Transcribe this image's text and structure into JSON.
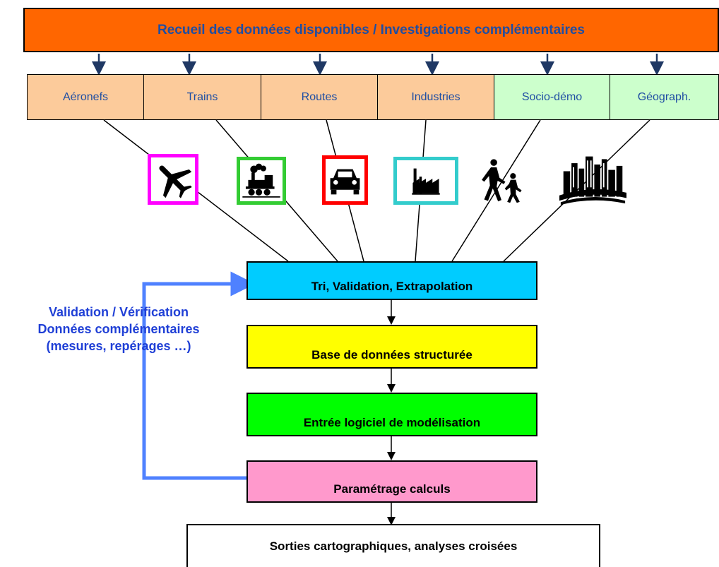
{
  "header": {
    "title": "Recueil des données disponibles / Investigations complémentaires"
  },
  "categories": [
    {
      "label": "Aéronefs",
      "fill": "#fccb9b"
    },
    {
      "label": "Trains",
      "fill": "#fccb9b"
    },
    {
      "label": "Routes",
      "fill": "#fccb9b"
    },
    {
      "label": "Industries",
      "fill": "#fccb9b"
    },
    {
      "label": "Socio-démo",
      "fill": "#ccffcc"
    },
    {
      "label": "Géograph.",
      "fill": "#ccffcc"
    }
  ],
  "icons": [
    {
      "name": "airplane-icon",
      "frame_color": "#ff00ff"
    },
    {
      "name": "steam-train-icon",
      "frame_color": "#33cc33"
    },
    {
      "name": "car-icon",
      "frame_color": "#ff0000"
    },
    {
      "name": "factory-icon",
      "frame_color": "#33cccc"
    },
    {
      "name": "pedestrians-icon",
      "frame_color": ""
    },
    {
      "name": "city-icon",
      "frame_color": ""
    }
  ],
  "steps": [
    {
      "label": "Tri, Validation, Extrapolation",
      "fill": "#00ccff"
    },
    {
      "label": "Base de données structurée",
      "fill": "#ffff00"
    },
    {
      "label": "Entrée logiciel de modélisation",
      "fill": "#00ff00"
    },
    {
      "label": "Paramétrage calculs",
      "fill": "#ff99cc"
    }
  ],
  "output": {
    "label": "Sorties cartographiques, analyses croisées"
  },
  "feedback_loop": {
    "lines": [
      "Validation / Vérification",
      "Données complémentaires",
      "(mesures, repérages …)"
    ],
    "color": "#4f81ff"
  },
  "colors": {
    "arrow_navy": "#1f3864",
    "text_blue": "#1f4ea3"
  }
}
